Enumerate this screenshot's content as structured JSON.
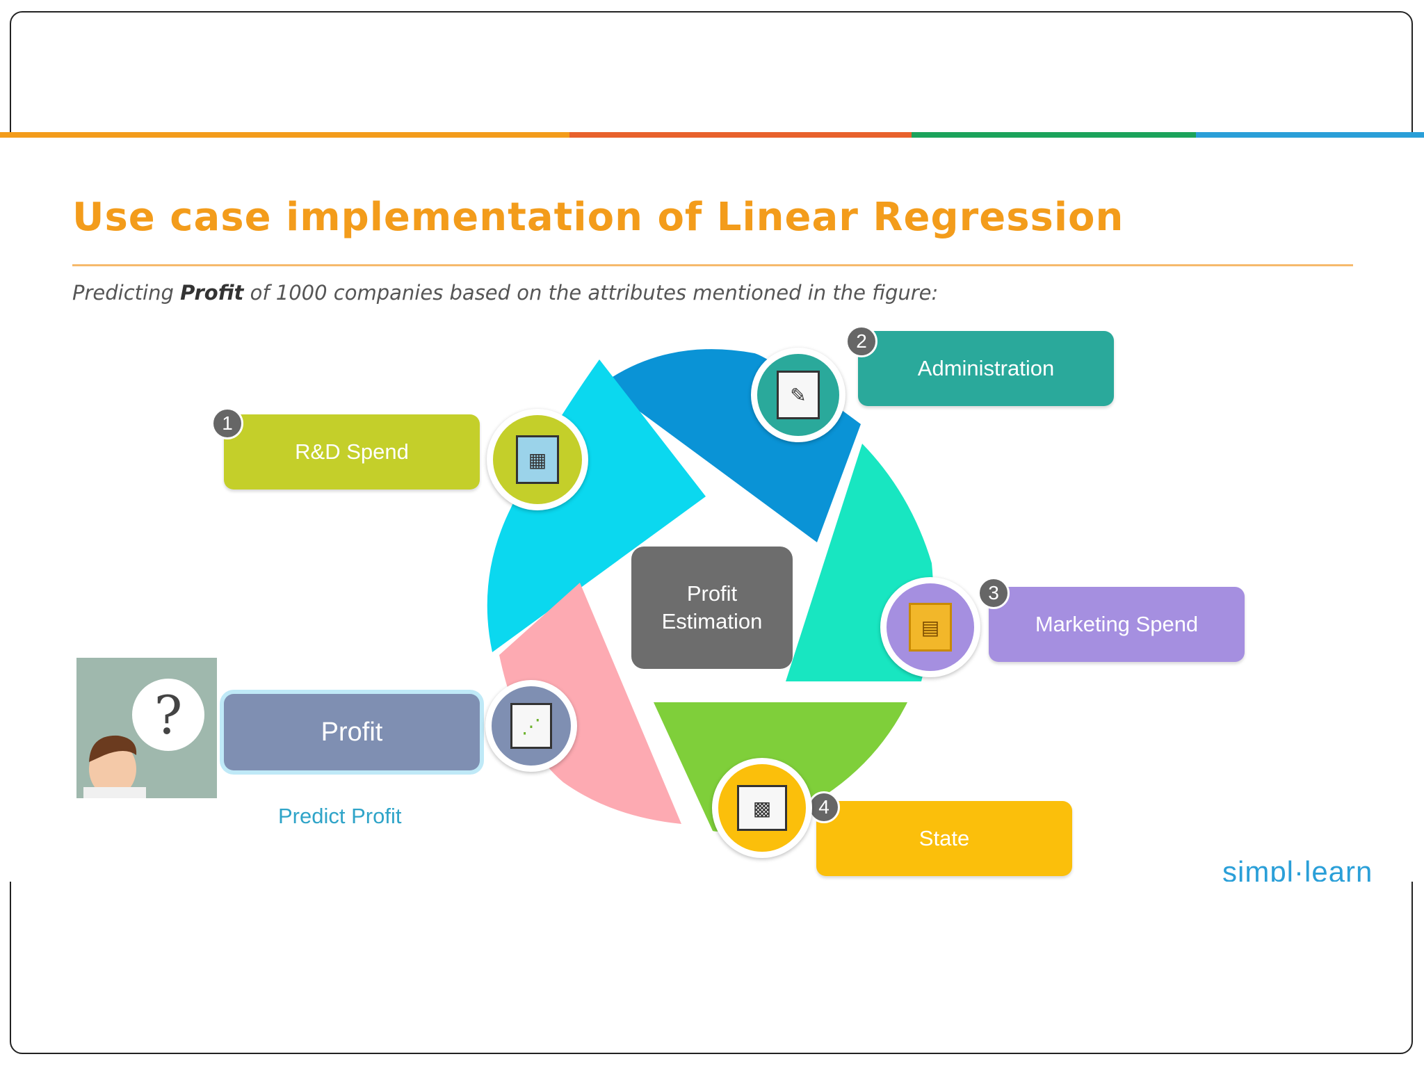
{
  "slide": {
    "title": "Use case implementation of Linear Regression",
    "subtitle_before": "Predicting ",
    "subtitle_bold": "Profit",
    "subtitle_after": " of 1000 companies based on the attributes mentioned in the figure:",
    "brand": "simpl·learn",
    "colors": {
      "title": "#f39c1b",
      "bar": [
        "#f39c1b",
        "#e8612c",
        "#1ba35b",
        "#2a9fd8"
      ]
    }
  },
  "center": {
    "line1": "Profit",
    "line2": "Estimation",
    "color": "#6d6d6d"
  },
  "attributes": [
    {
      "number": "1",
      "label": "R&D Spend",
      "color": "#c4cf2a",
      "icon": "dashboard-monitor-icon"
    },
    {
      "number": "2",
      "label": "Administration",
      "color": "#2aa99b",
      "icon": "administration-icon"
    },
    {
      "number": "3",
      "label": "Marketing Spend",
      "color": "#a58fe0",
      "icon": "marketing-book-icon"
    },
    {
      "number": "4",
      "label": "State",
      "color": "#fbbf0b",
      "icon": "us-map-icon"
    }
  ],
  "target": {
    "label": "Profit",
    "caption": "Predict Profit",
    "color": "#7f8fb2",
    "icon": "regression-chart-icon",
    "person_icon": "thinking-person-icon",
    "question_mark": "?"
  }
}
